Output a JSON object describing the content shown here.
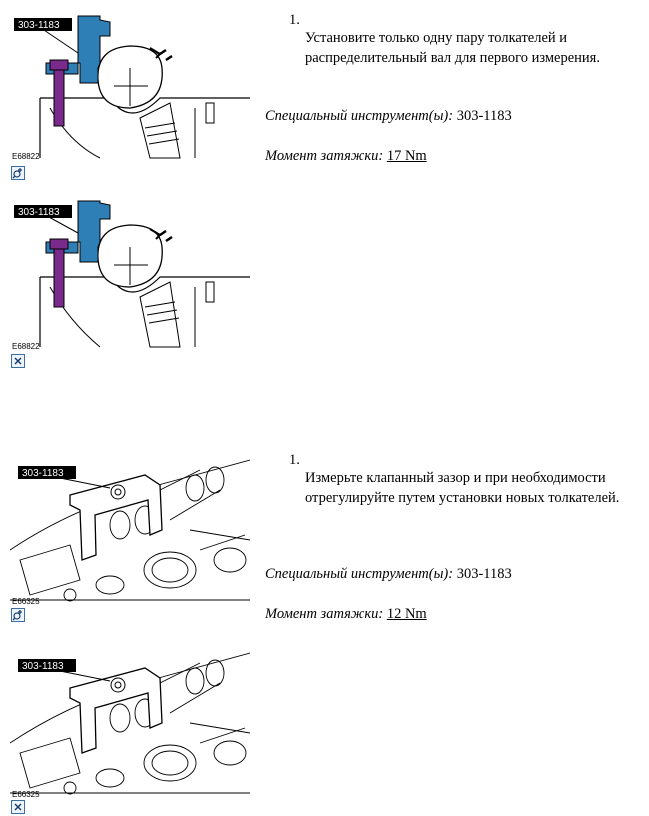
{
  "steps": [
    {
      "number": "1.",
      "text": "Установите только одну пару толкателей и распределительный вал для первого измерения.",
      "special_tool_label": "Специальный инструмент(ы):",
      "special_tool_value": "303-1183",
      "torque_label": "Момент затяжки:",
      "torque_value": "17 Nm",
      "figures": [
        {
          "tool_tag": "303-1183",
          "code": "E68822",
          "zoom_icon": "zoom-in-icon"
        },
        {
          "tool_tag": "303-1183",
          "code": "E68822",
          "zoom_icon": "close-icon"
        }
      ]
    },
    {
      "number": "1.",
      "text": "Измерьте клапанный зазор и при необходимости отрегулируйте путем установки новых толкателей.",
      "special_tool_label": "Специальный инструмент(ы):",
      "special_tool_value": "303-1183",
      "torque_label": "Момент затяжки:",
      "torque_value": "12 Nm",
      "figures": [
        {
          "tool_tag": "303-1183",
          "code": "E66325",
          "zoom_icon": "zoom-in-icon"
        },
        {
          "tool_tag": "303-1183",
          "code": "E66325",
          "zoom_icon": "close-icon"
        }
      ]
    }
  ],
  "colors": {
    "tool_blue": "#2f7fb7",
    "bolt_purple": "#7a2a8a",
    "zoom_border": "#3b6ea5"
  }
}
